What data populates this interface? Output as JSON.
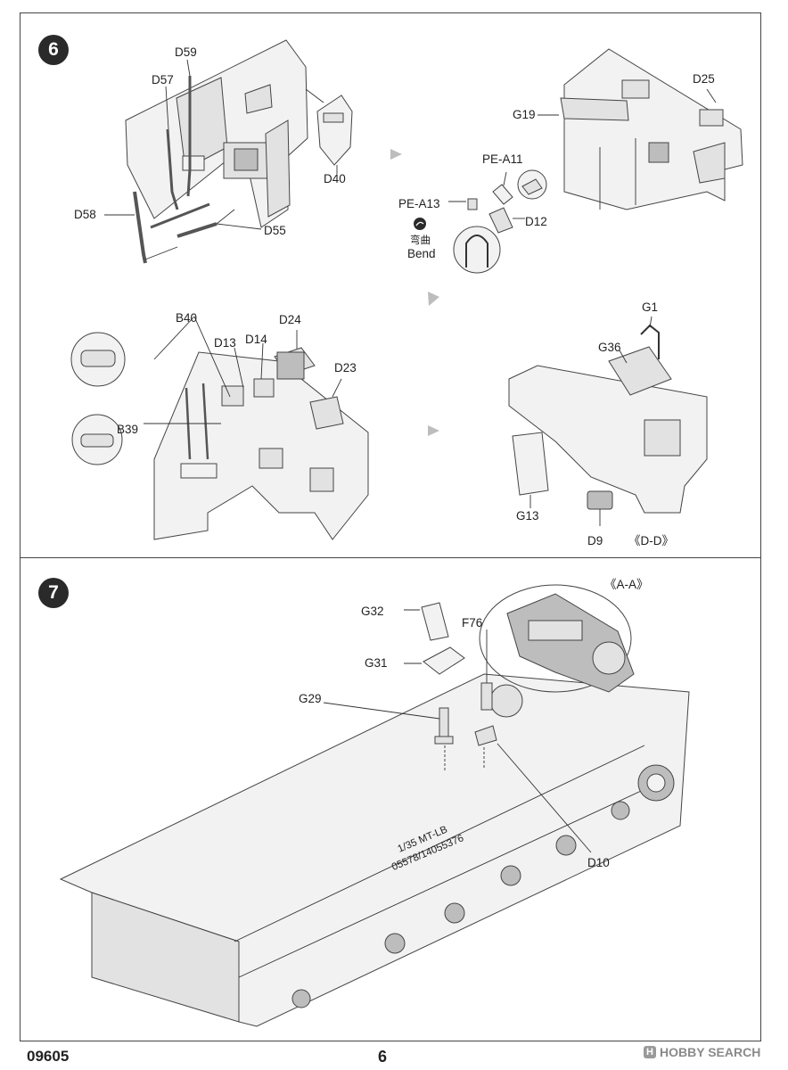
{
  "step6": {
    "number": "6",
    "labels": {
      "D59": "D59",
      "D57": "D57",
      "D58": "D58",
      "D55": "D55",
      "D40": "D40",
      "G19": "G19",
      "D25": "D25",
      "PE_A11": "PE-A11",
      "PE_A13": "PE-A13",
      "D12": "D12",
      "bend_cn": "弯曲",
      "bend_en": "Bend",
      "B40": "B40",
      "D13": "D13",
      "D14": "D14",
      "D24": "D24",
      "D23": "D23",
      "B39": "B39",
      "G1": "G1",
      "G36": "G36",
      "G13": "G13",
      "D9": "D9",
      "view_DD": "《D-D》"
    }
  },
  "step7": {
    "number": "7",
    "labels": {
      "view_AA": "《A-A》",
      "G32": "G32",
      "F76": "F76",
      "G31": "G31",
      "G29": "G29",
      "D10": "D10"
    },
    "hull_text_line1": "1/35  MT-LB",
    "hull_text_line2": "05578/14055376"
  },
  "footer": {
    "catalog_number": "09605",
    "page_number": "6",
    "watermark": "HOBBY SEARCH",
    "watermark_badge": "H"
  },
  "colors": {
    "frame": "#444444",
    "step_badge": "#2a2a2a",
    "arrow": "#bdbdbd"
  }
}
